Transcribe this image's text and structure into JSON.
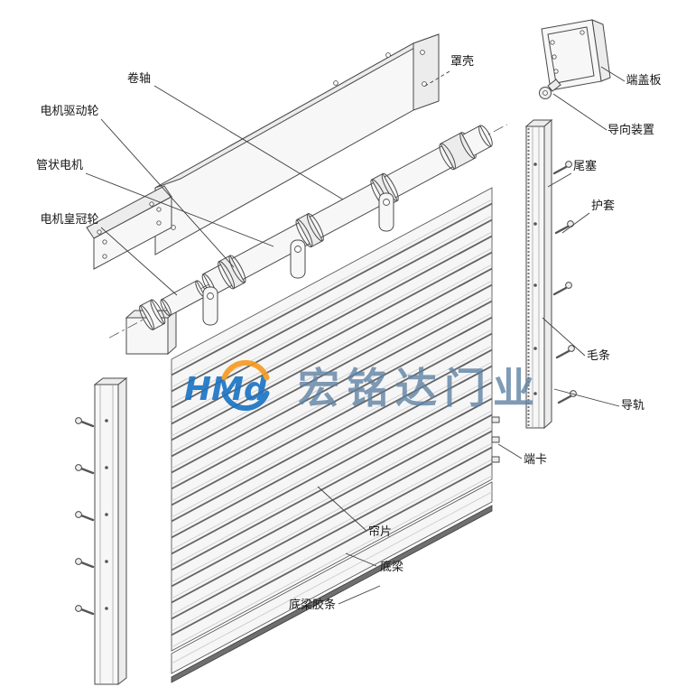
{
  "diagram": {
    "type": "exploded-roller-shutter-door-diagram",
    "labels": {
      "roller_shaft": "卷轴",
      "motor_drive_wheel": "电机驱动轮",
      "tubular_motor": "管状电机",
      "motor_crown_wheel": "电机皇冠轮",
      "cover_housing": "罩壳",
      "end_cover_plate": "端盖板",
      "guide_device": "导向装置",
      "tail_plug": "尾塞",
      "protective_sleeve": "护套",
      "brush_strip": "毛条",
      "guide_rail": "导轨",
      "end_clip": "端卡",
      "curtain_slat": "帘片",
      "bottom_beam": "底梁",
      "bottom_beam_rubber": "底梁胶条"
    },
    "watermark": {
      "logo_text": "HMd",
      "company": "宏铭达门业",
      "logo_blue": "#1873c4",
      "logo_orange": "#f59a1d",
      "company_color": "#5e81a3"
    }
  }
}
